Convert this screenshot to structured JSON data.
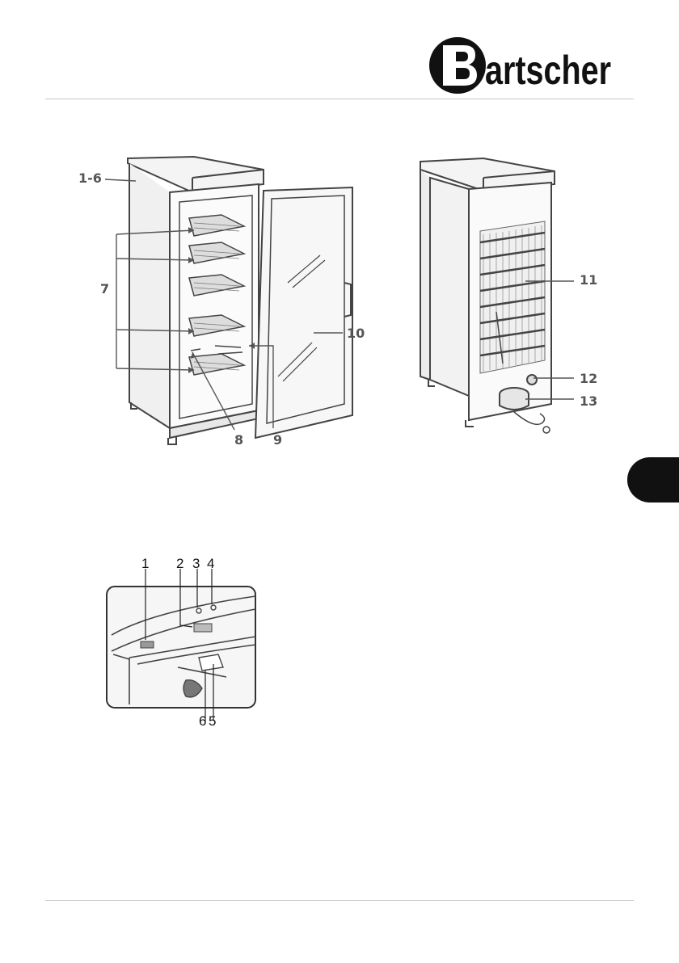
{
  "brand": {
    "logo_text": "Bartscher"
  },
  "figure_front": {
    "labels": {
      "l1_6": "1-6",
      "l7": "7",
      "l8": "8",
      "l9": "9",
      "l10": "10"
    }
  },
  "figure_back": {
    "labels": {
      "l11": "11",
      "l12": "12",
      "l13": "13"
    }
  },
  "figure_detail": {
    "labels": {
      "d1": "1",
      "d2": "2",
      "d3": "3",
      "d4": "4",
      "d6": "6",
      "d5": "5"
    }
  }
}
